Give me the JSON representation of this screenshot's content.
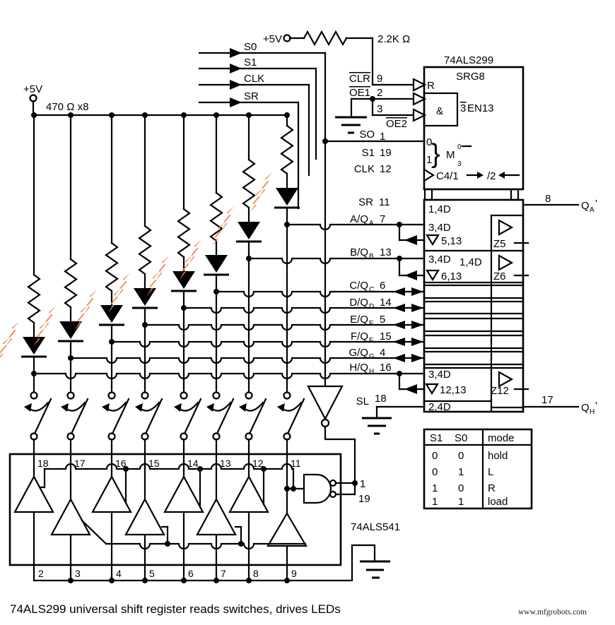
{
  "caption": "74ALS299 universal shift register reads switches, drives LEDs",
  "watermark": "www.mfgrobots.com",
  "colors": {
    "wire": "#000000",
    "flash": "#ED8A57"
  },
  "power": {
    "led_rail": "+5V",
    "led_resistors": "470 Ω x8",
    "pullup_rail": "+5V",
    "pullup_value": "2.2K Ω"
  },
  "inputs": [
    {
      "label": "S0"
    },
    {
      "label": "S1"
    },
    {
      "label": "CLK"
    },
    {
      "label": "SR"
    }
  ],
  "ic299": {
    "part": "74ALS299",
    "symbol": "SRG8",
    "r_label": "R",
    "and_label": "&",
    "en_prefix": "3",
    "en_label": "EN13",
    "mode_in_0": "0",
    "mode_in_1": "1",
    "brace": "}",
    "m_label": "M",
    "m_top": "0",
    "m_bottom": "3",
    "clk_label": "C4/1",
    "shift_label": "/2",
    "pins": {
      "clr": {
        "name": "CLR",
        "num": "9"
      },
      "oe1": {
        "name": "OE1",
        "num": "2"
      },
      "oe2": {
        "name": "OE2",
        "num": "3"
      },
      "so": {
        "name": "SO",
        "num": "1"
      },
      "s1": {
        "name": "S1",
        "num": "19"
      },
      "clk": {
        "name": "CLK",
        "num": "12"
      },
      "sr": {
        "name": "SR",
        "num": "11"
      },
      "sl": {
        "name": "SL",
        "num": "18"
      }
    },
    "rows": [
      {
        "label": "A/Q",
        "sub": "A",
        "num": "7"
      },
      {
        "label": "B/Q",
        "sub": "B",
        "num": "13"
      },
      {
        "label": "C/Q",
        "sub": "C",
        "num": "6"
      },
      {
        "label": "D/Q",
        "sub": "D",
        "num": "14"
      },
      {
        "label": "E/Q",
        "sub": "E",
        "num": "5"
      },
      {
        "label": "F/Q",
        "sub": "F",
        "num": "15"
      },
      {
        "label": "G/Q",
        "sub": "G",
        "num": "4"
      },
      {
        "label": "H/Q",
        "sub": "H",
        "num": "16"
      }
    ],
    "cells": {
      "sr_d": "1,4D",
      "a_d": "3,4D",
      "a_inv": "5,13",
      "z5": "Z5",
      "b_d": "3,4D",
      "b_d2": "1,4D",
      "b_inv": "6,13",
      "z6": "Z6",
      "h_d": "3,4D",
      "h_inv": "12,13",
      "z12": "Z12",
      "sl_d": "2,4D"
    },
    "outputs": {
      "qa": {
        "num": "8",
        "q": "Q",
        "sub": "A",
        "prime": "'"
      },
      "qh": {
        "num": "17",
        "q": "Q",
        "sub": "H",
        "prime": "'"
      }
    }
  },
  "ic541": {
    "part": "74ALS541",
    "top_pins": [
      "18",
      "17",
      "16",
      "15",
      "14",
      "13",
      "12",
      "11"
    ],
    "bottom_pins": [
      "2",
      "3",
      "4",
      "5",
      "6",
      "7",
      "8",
      "9"
    ],
    "enable_pins": [
      "1",
      "19"
    ]
  },
  "mode_table": {
    "headers": [
      "S1",
      "S0",
      "mode"
    ],
    "rows": [
      [
        "0",
        "0",
        "hold"
      ],
      [
        "0",
        "1",
        "L"
      ],
      [
        "1",
        "0",
        "R"
      ],
      [
        "1",
        "1",
        "load"
      ]
    ]
  }
}
